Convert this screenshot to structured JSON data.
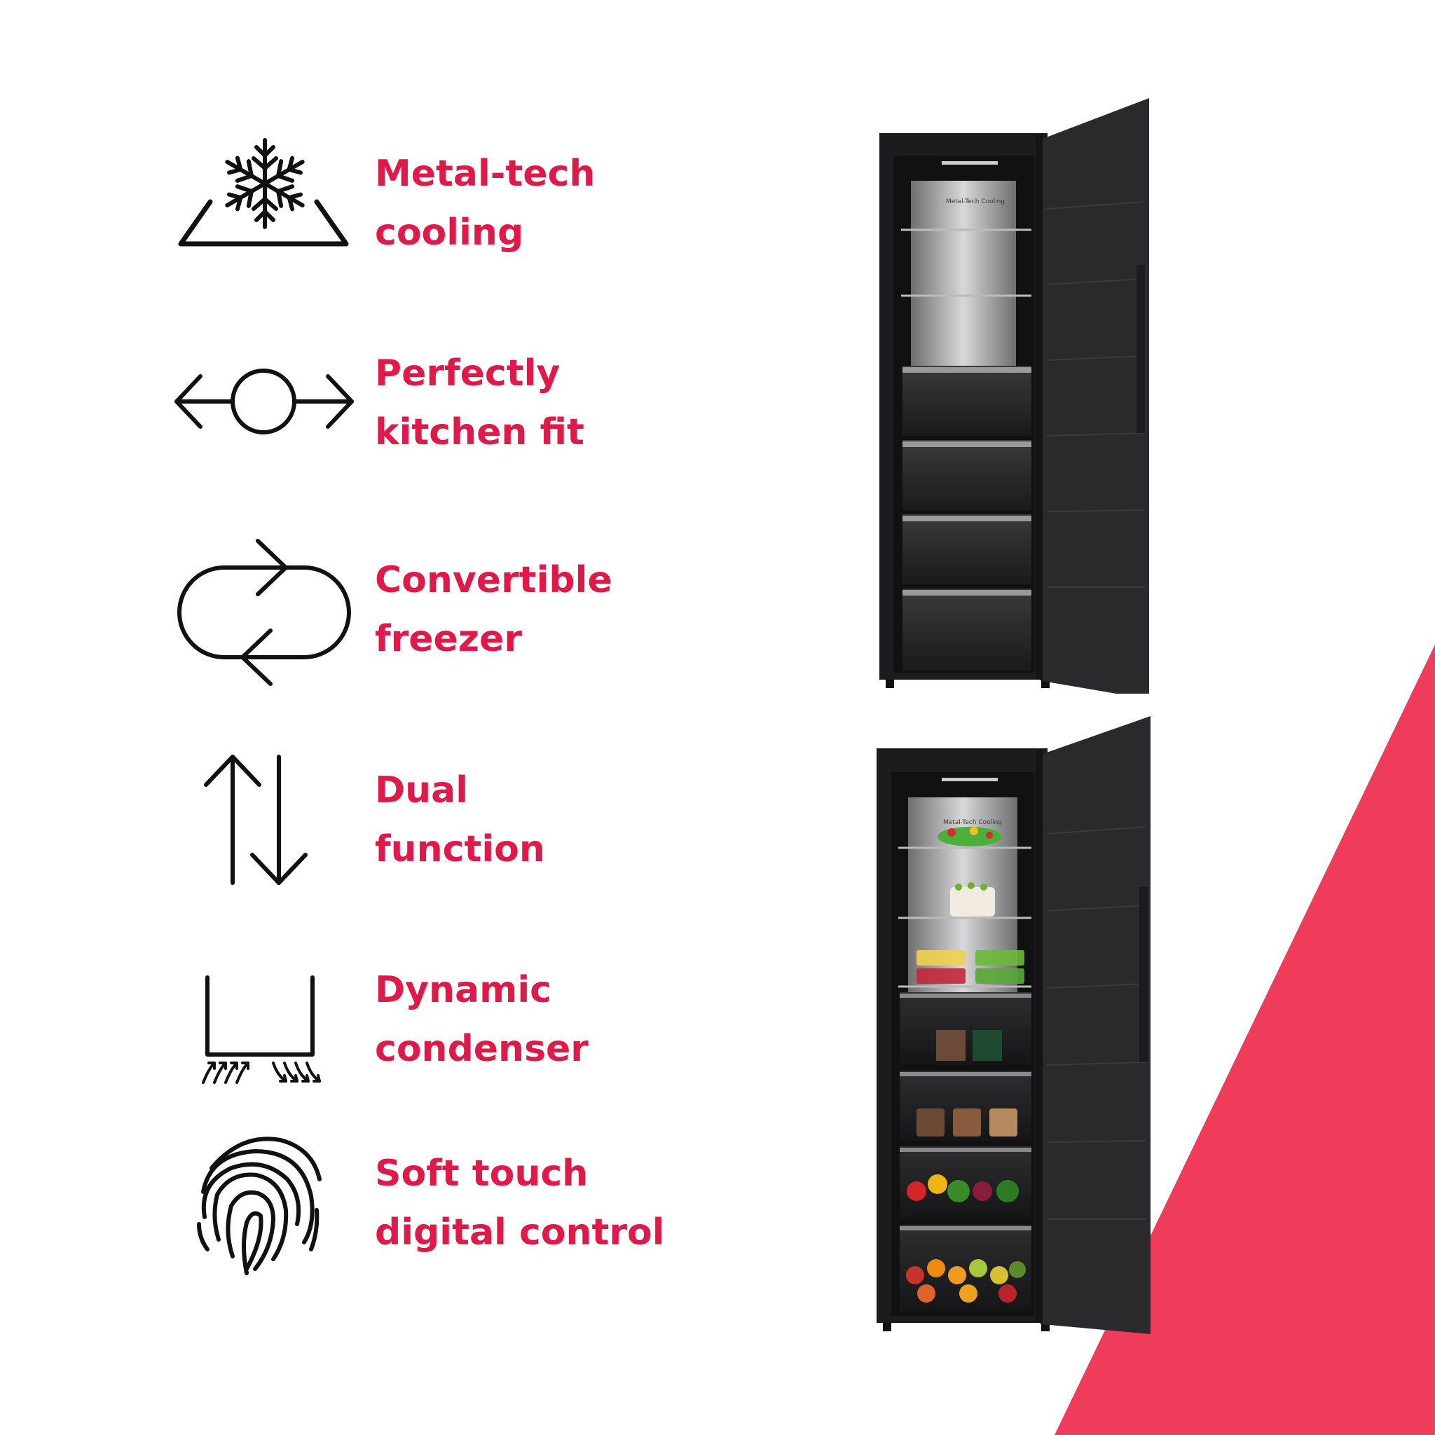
{
  "colors": {
    "accent": "#e01a48",
    "triangle": "#ee3c5a",
    "icon_stroke": "#111111",
    "fridge_body": "#1c1c1e",
    "fridge_door": "#2a2a2c"
  },
  "features": [
    {
      "icon": "snowflake-icon",
      "label": "Metal-tech\ncooling"
    },
    {
      "icon": "kitchen-fit-icon",
      "label": "Perfectly\nkitchen fit"
    },
    {
      "icon": "convert-cycle-icon",
      "label": "Convertible\nfreezer"
    },
    {
      "icon": "dual-arrows-icon",
      "label": "Dual\nfunction"
    },
    {
      "icon": "condenser-icon",
      "label": "Dynamic\ncondenser"
    },
    {
      "icon": "fingerprint-icon",
      "label": "Soft touch\ndigital control"
    }
  ],
  "fridges": [
    {
      "name": "empty-fridge",
      "panel_text": "Metal-Tech Cooling"
    },
    {
      "name": "stocked-fridge",
      "panel_text": "Metal-Tech Cooling"
    }
  ]
}
